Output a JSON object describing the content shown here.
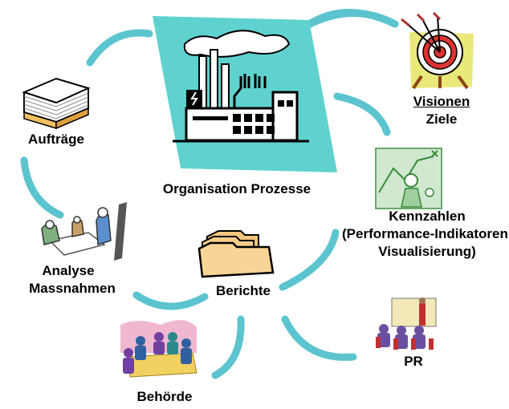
{
  "colors": {
    "arrow": "#5bc4cf",
    "factory_bg": "#5fd2cf",
    "folder": "#f4c57c",
    "target_bg": "#e9e879",
    "chart_bg": "#cfe8cf"
  },
  "nodes": {
    "center": {
      "label": "Organisation Prozesse",
      "icon": "factory-icon"
    },
    "visionen": {
      "label_line1": "Visionen",
      "label_line2": "Ziele",
      "icon": "target-icon"
    },
    "kennzahlen": {
      "label_line1": "Kennzahlen",
      "label_line2": "(Performance-Indikatoren",
      "label_line3": "Visualisierung)",
      "icon": "presentation-chart-icon"
    },
    "berichte": {
      "label": "Berichte",
      "icon": "folder-icon"
    },
    "pr": {
      "label": "PR",
      "icon": "audience-icon"
    },
    "behoerde": {
      "label": "Behörde",
      "icon": "meeting-icon"
    },
    "analyse": {
      "label_line1": "Analyse",
      "label_line2": "Massnahmen",
      "icon": "people-analysis-icon"
    },
    "auftraege": {
      "label": "Aufträge",
      "icon": "paper-stack-icon"
    }
  }
}
